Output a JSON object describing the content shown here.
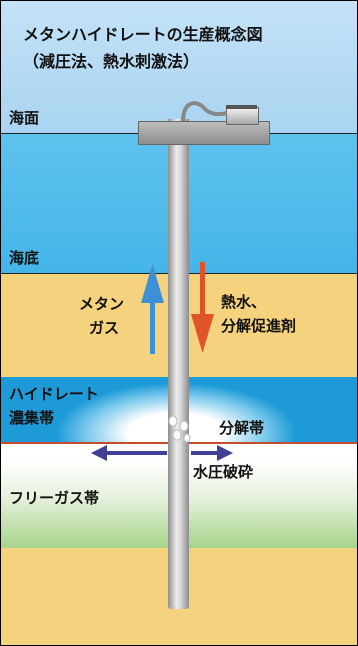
{
  "title": "メタンハイドレートの生産概念図",
  "subtitle": "（減圧法、熱水刺激法）",
  "labels": {
    "sea_surface": "海面",
    "seabed": "海底",
    "methane_line1": "メタン",
    "methane_line2": "ガス",
    "hotwater_line1": "熱水、",
    "hotwater_line2": "分解促進剤",
    "hydrate_line1": "ハイドレート",
    "hydrate_line2": "濃集帯",
    "decomposition_zone": "分解帯",
    "hydraulic_fracturing": "水圧破砕",
    "free_gas_zone": "フリーガス帯"
  },
  "colors": {
    "methane_arrow": "#3f8fd6",
    "hotwater_arrow": "#e0542a",
    "fracture_arrow": "#3e3f95",
    "boundary_line": "#c44b2b"
  }
}
